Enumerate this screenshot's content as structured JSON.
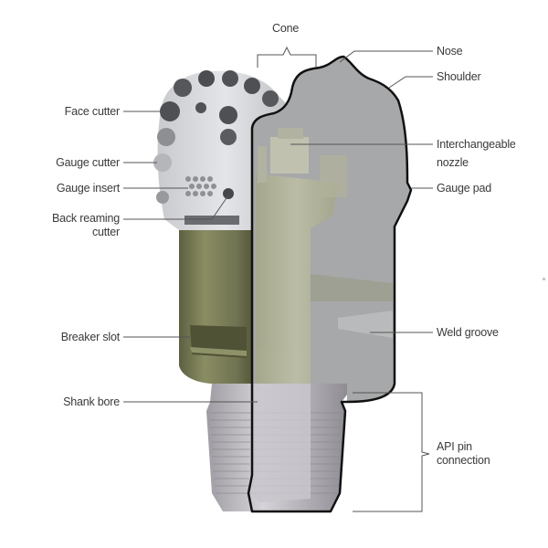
{
  "diagram": {
    "subject": "PDC drill bit cutaway",
    "colors": {
      "background": "#ffffff",
      "cutaway_gray": "#a7a8a9",
      "body_green": "#7a7d55",
      "blade_light": "#d8d9dc",
      "cutter_dark": "#4e5053",
      "pin_gray": "#b9b6bc",
      "outline": "#111111",
      "leader_line": "#555555",
      "label_text": "#3a3a3a"
    }
  },
  "labels": {
    "cone": "Cone",
    "nose": "Nose",
    "shoulder": "Shoulder",
    "face_cutter": "Face cutter",
    "gauge_cutter": "Gauge cutter",
    "gauge_insert": "Gauge insert",
    "back_reaming_cutter_1": "Back reaming",
    "back_reaming_cutter_2": "cutter",
    "interchangeable_nozzle_1": "Interchangeable",
    "interchangeable_nozzle_2": "nozzle",
    "gauge_pad": "Gauge pad",
    "breaker_slot": "Breaker slot",
    "weld_groove": "Weld groove",
    "shank_bore": "Shank bore",
    "api_pin_connection_1": "API pin",
    "api_pin_connection_2": "connection"
  }
}
